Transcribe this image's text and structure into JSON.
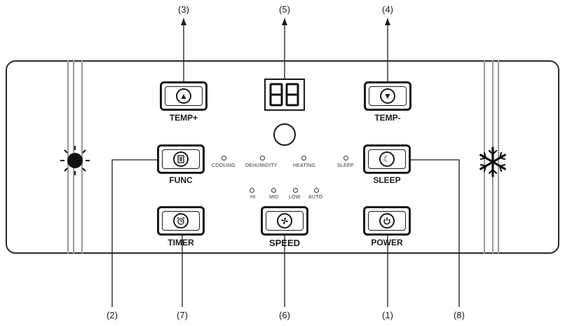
{
  "callouts": {
    "c1": "(1)",
    "c2": "(2)",
    "c3": "(3)",
    "c4": "(4)",
    "c5": "(5)",
    "c6": "(6)",
    "c7": "(7)",
    "c8": "(8)"
  },
  "display": {
    "value": "88"
  },
  "buttons": {
    "temp_plus": "TEMP+",
    "temp_minus": "TEMP-",
    "func": "FUNC",
    "sleep": "SLEEP",
    "timer": "TIMER",
    "speed": "SPEED",
    "power": "POWER"
  },
  "mode_indicators": [
    "COOLING",
    "DEHUMIDITY",
    "HEATING",
    "SLEEP"
  ],
  "speed_indicators": [
    "HI",
    "MID",
    "LOW",
    "AUTO"
  ],
  "icons": {
    "temp_plus": "up-arrow-icon",
    "temp_minus": "down-arrow-icon",
    "func": "function-icon",
    "sleep": "moon-icon",
    "timer": "alarm-clock-icon",
    "speed": "fan-icon",
    "power": "power-icon",
    "left": "sun-icon",
    "right": "snowflake-icon"
  }
}
